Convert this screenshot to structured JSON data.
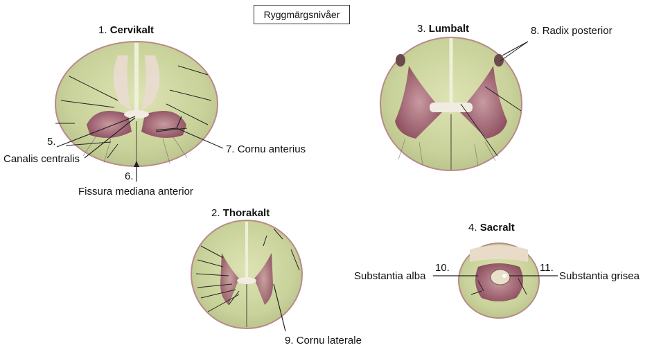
{
  "title": "Ryggmärgsnivåer",
  "sections": [
    {
      "number": "1.",
      "name": "Cervikalt"
    },
    {
      "number": "2.",
      "name": "Thorakalt"
    },
    {
      "number": "3.",
      "name": "Lumbalt"
    },
    {
      "number": "4.",
      "name": "Sacralt"
    }
  ],
  "labels": [
    {
      "number": "5.",
      "text": "Canalis centralis"
    },
    {
      "number": "6.",
      "text": "Fissura mediana anterior"
    },
    {
      "number": "7.",
      "text": "Cornu anterius"
    },
    {
      "number": "8.",
      "text": "Radix posterior"
    },
    {
      "number": "9.",
      "text": "Cornu laterale"
    },
    {
      "number": "10.",
      "text": "Substantia alba"
    },
    {
      "number": "11.",
      "text": "Substantia grisea"
    }
  ],
  "colors": {
    "white_matter": "#c9d29a",
    "grey_matter": "#9a5a6a",
    "membrane": "#b88a8a",
    "background": "#ffffff"
  }
}
